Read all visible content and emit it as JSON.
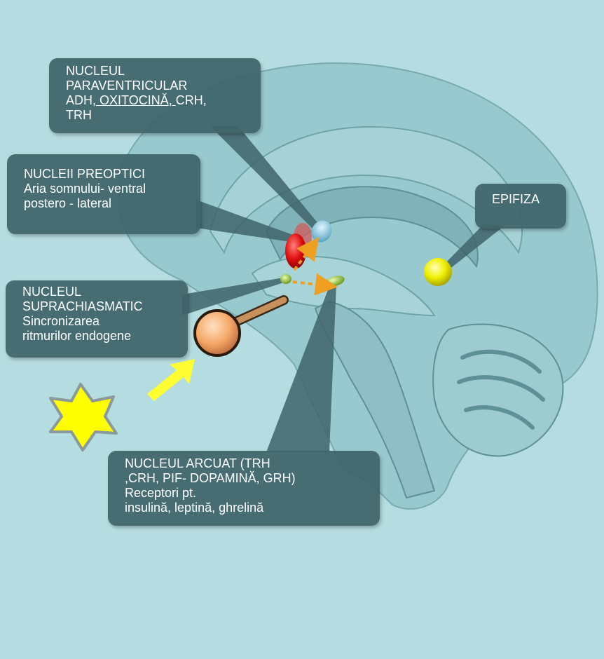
{
  "labels": {
    "paraventricular": {
      "line1": "NUCLEUL",
      "line2": "PARAVENTRICULAR",
      "line3_a": "ADH",
      "line3_b": ", OXITOCINĂ, ",
      "line3_c": "CRH,",
      "line4": "TRH"
    },
    "preoptici": {
      "line1": "NUCLEII PREOPTICI",
      "line2": "Aria somnului- ventral",
      "line3": "postero - lateral"
    },
    "suprachiasmatic": {
      "line1": "NUCLEUL",
      "line2": "SUPRACHIASMATIC",
      "line3": "Sincronizarea",
      "line4": "ritmurilor endogene"
    },
    "epifiza": {
      "line1": "EPIFIZA"
    },
    "arcuat": {
      "line1": "NUCLEUL ARCUAT  (TRH",
      "line2": ",CRH, PIF- DOPAMINĂ, GRH)",
      "line3": "Receptori pt.",
      "line4": "insulină, leptină, ghrelină"
    }
  },
  "colors": {
    "background": "#b5dce0",
    "brain": "#8fc3c8",
    "callout": "#3e646a",
    "paraventricular_nucleus": "#e01010",
    "preoptic_nucleus": "#7ab8d0",
    "arcuate_nucleus": "#9acd32",
    "pineal": "#f0f000",
    "eye": "#f5b27a",
    "sun": "#ffff00",
    "arrow_light": "#ffff33",
    "arrow_dotted": "#f0a020"
  }
}
